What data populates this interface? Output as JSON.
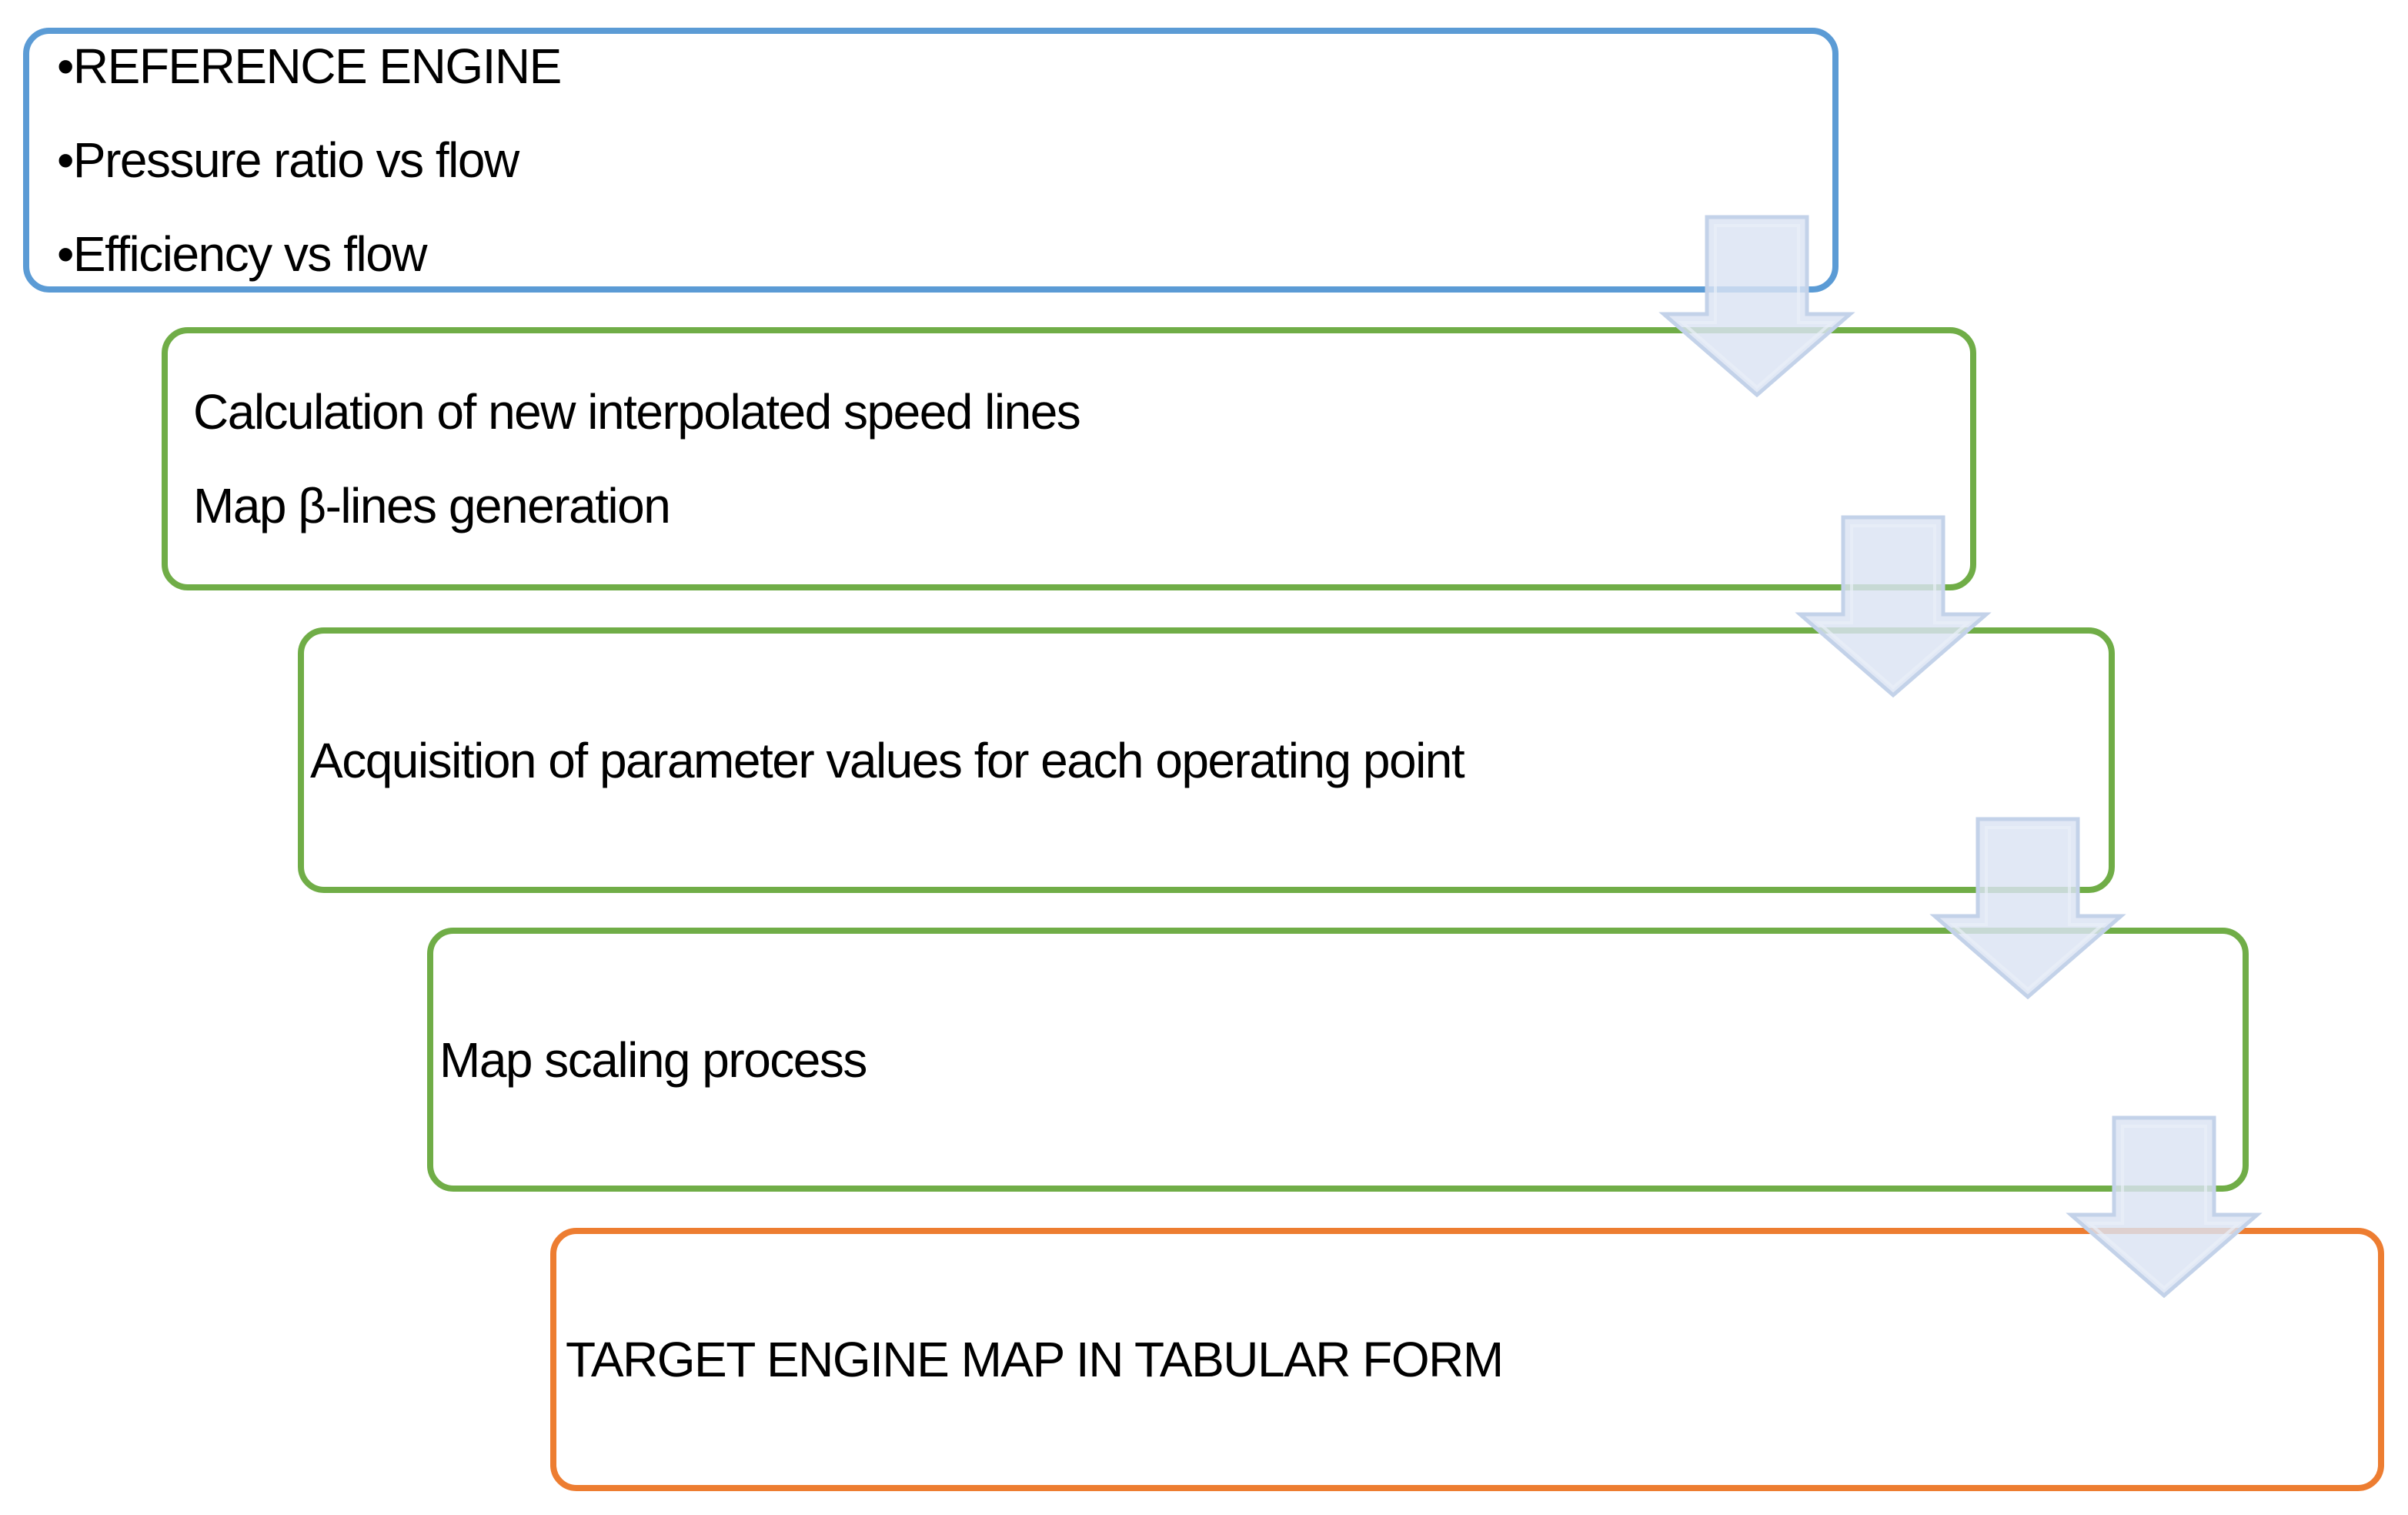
{
  "flowchart": {
    "background_color": "#ffffff",
    "text_color": "#000000",
    "boxes": [
      {
        "name": "reference-engine",
        "border_color": "#5b9bd5",
        "lines": [
          "•REFERENCE ENGINE",
          "•Pressure ratio vs flow",
          "•Efficiency vs flow"
        ]
      },
      {
        "name": "interpolated-speed-lines",
        "border_color": "#70ad47",
        "lines": [
          "Calculation of new interpolated speed lines",
          "Map β-lines generation"
        ]
      },
      {
        "name": "parameter-acquisition",
        "border_color": "#70ad47",
        "lines": [
          "Acquisition of parameter values for each operating point"
        ]
      },
      {
        "name": "map-scaling",
        "border_color": "#70ad47",
        "lines": [
          "Map scaling process"
        ]
      },
      {
        "name": "target-engine-map",
        "border_color": "#ed7d31",
        "lines": [
          "TARGET ENGINE MAP IN TABULAR FORM"
        ]
      }
    ],
    "arrows": {
      "count": 4,
      "direction": "down",
      "fill_color": "#dae3f3",
      "stroke_color": "#c3d2e9",
      "inner_line_color": "#e9eff8"
    }
  }
}
